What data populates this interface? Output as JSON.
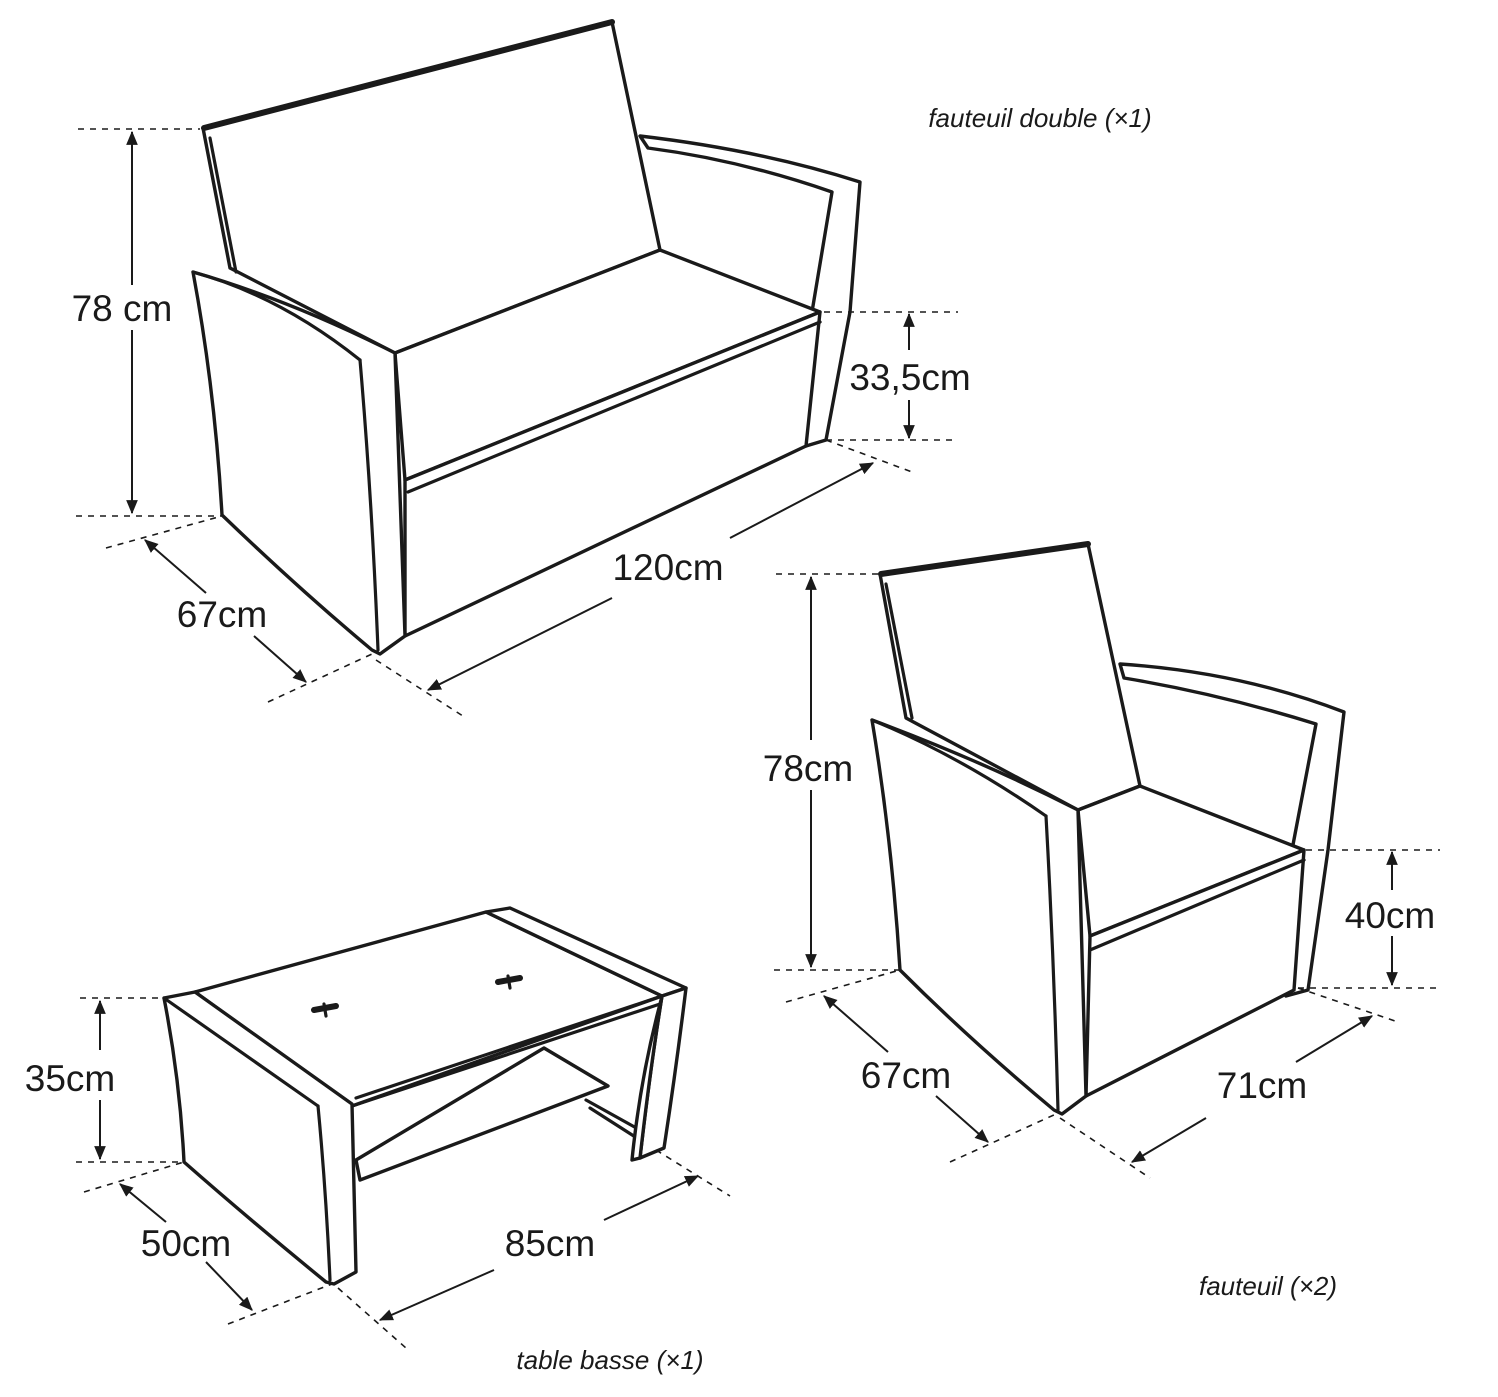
{
  "products": {
    "loveseat": {
      "caption": "fauteuil double (×1)",
      "height": "78 cm",
      "seat_height": "33,5cm",
      "width": "120cm",
      "depth": "67cm"
    },
    "armchair": {
      "caption": "fauteuil (×2)",
      "height": "78cm",
      "seat_height": "40cm",
      "width": "71cm",
      "depth": "67cm"
    },
    "coffee_table": {
      "caption": "table basse (×1)",
      "height": "35cm",
      "width": "85cm",
      "depth": "50cm"
    }
  }
}
